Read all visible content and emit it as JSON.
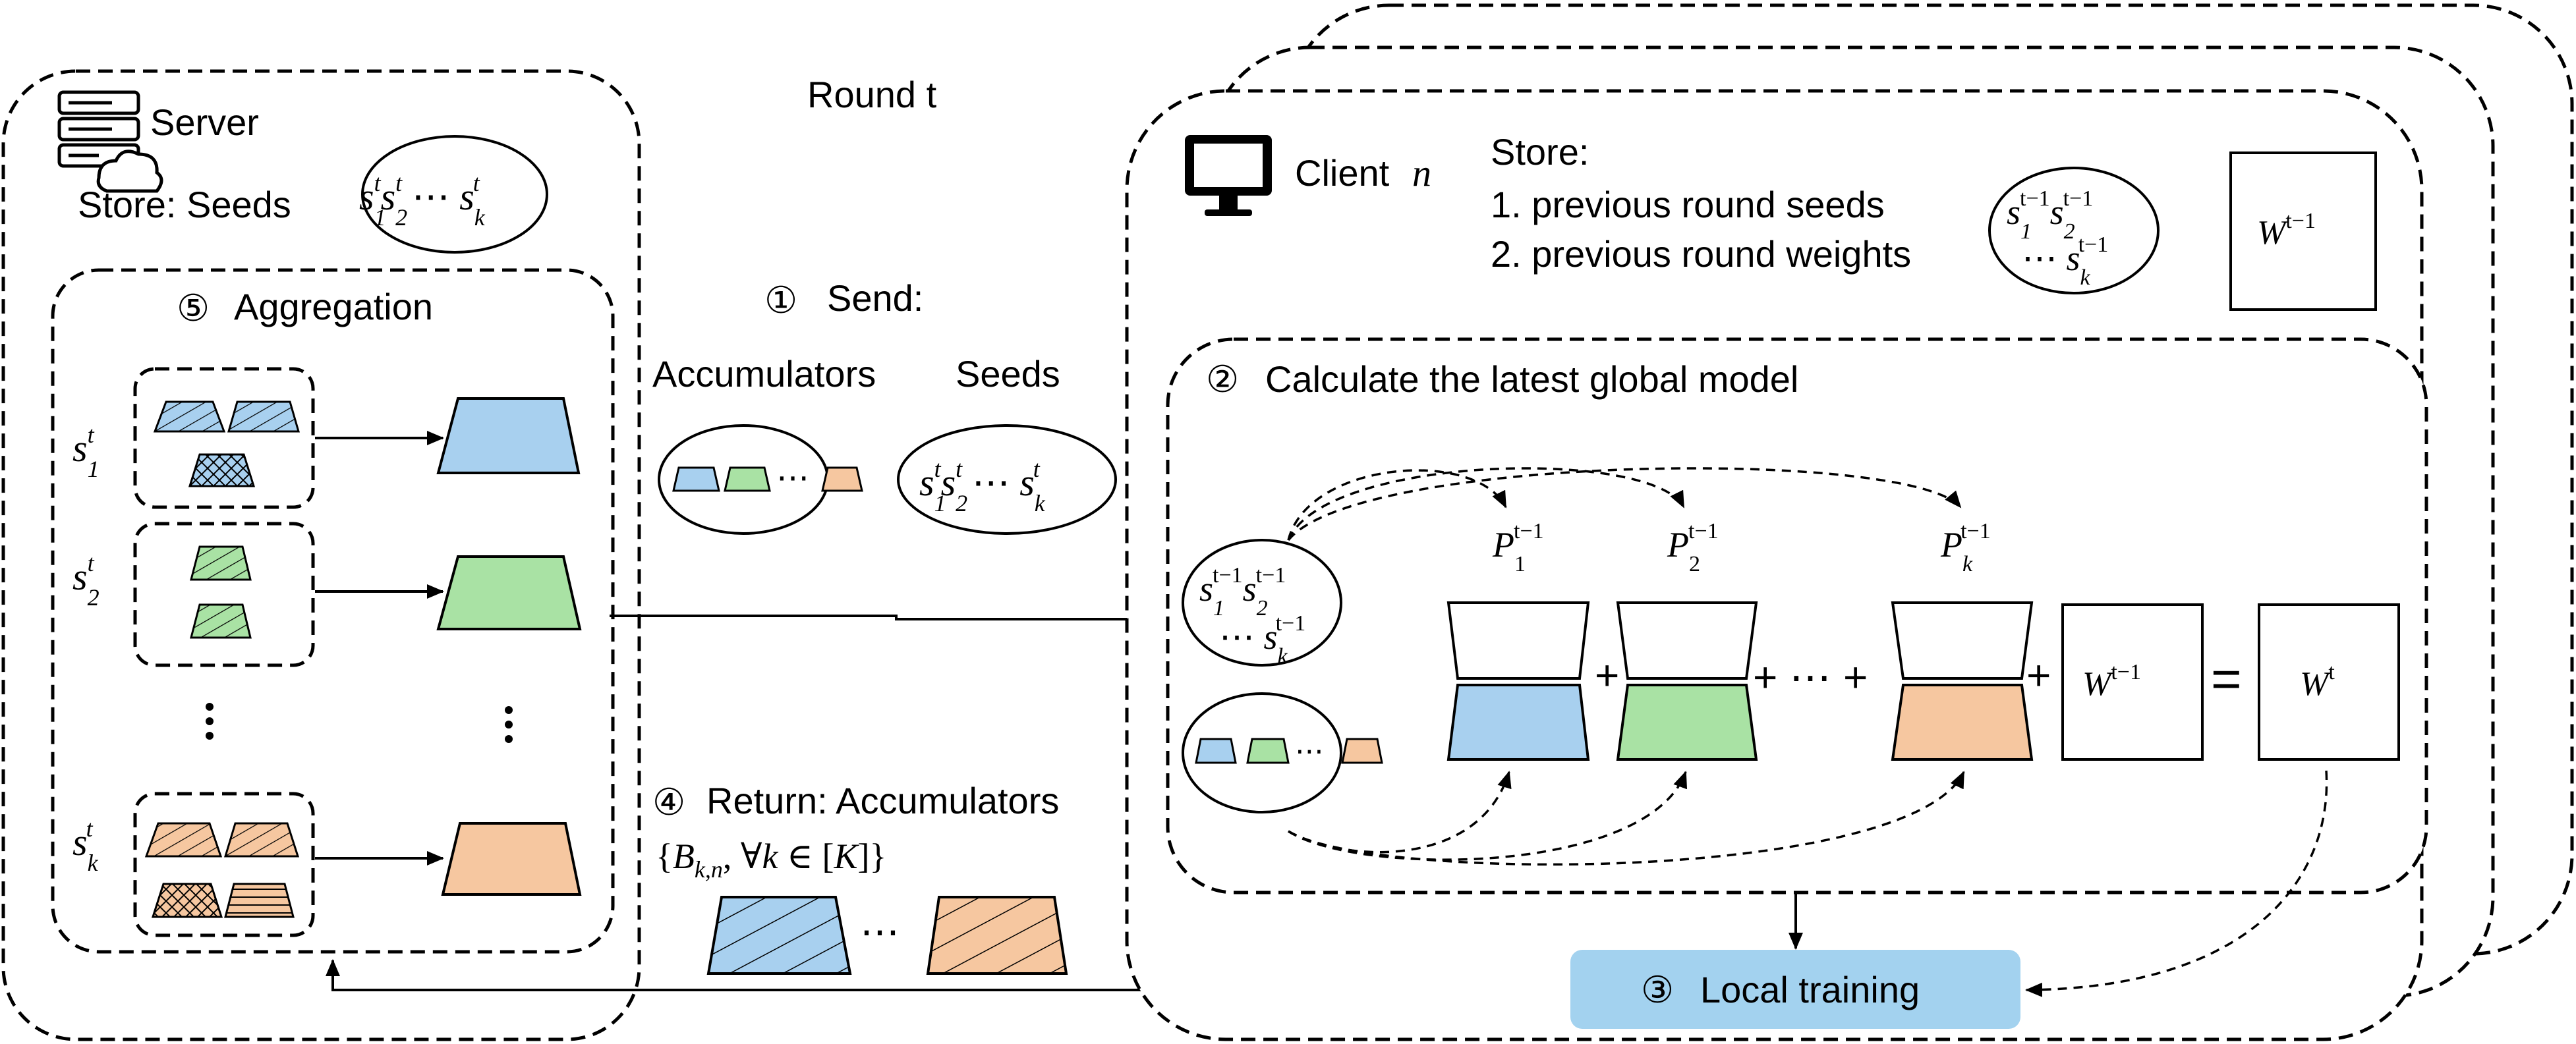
{
  "round_label": "Round t",
  "server": {
    "label": "Server",
    "store_label": "Store: Seeds",
    "seeds": [
      "s1",
      "s2",
      "sk"
    ],
    "aggregation_num": "5",
    "aggregation_label": "Aggregation",
    "rows": [
      "s1",
      "s2",
      "sk"
    ]
  },
  "step1": {
    "num": "1",
    "label": "Send:",
    "accumulators_label": "Accumulators",
    "seeds_label": "Seeds"
  },
  "step4": {
    "num": "4",
    "label": "Return: Accumulators",
    "set_notation": "{B_{k,n}, ∀k ∈ [K]}"
  },
  "client": {
    "label": "Client",
    "index": "n",
    "store_title": "Store:",
    "store_items": [
      "1. previous round seeds",
      "2. previous round weights"
    ],
    "weight_label": "W^{t-1}"
  },
  "step2": {
    "num": "2",
    "label": "Calculate the latest global model",
    "p_labels": [
      "P_1^{t-1}",
      "P_2^{t-1}",
      "P_k^{t-1}"
    ],
    "weight_prev": "W^{t-1}",
    "weight_new": "W^t",
    "ellipsis": "…"
  },
  "step3": {
    "num": "3",
    "label": "Local training"
  },
  "colors": {
    "blue": "#a8d0ef",
    "green": "#a9e2a4",
    "orange": "#f6c7a0",
    "local_training_bg": "#a3d2ef"
  }
}
